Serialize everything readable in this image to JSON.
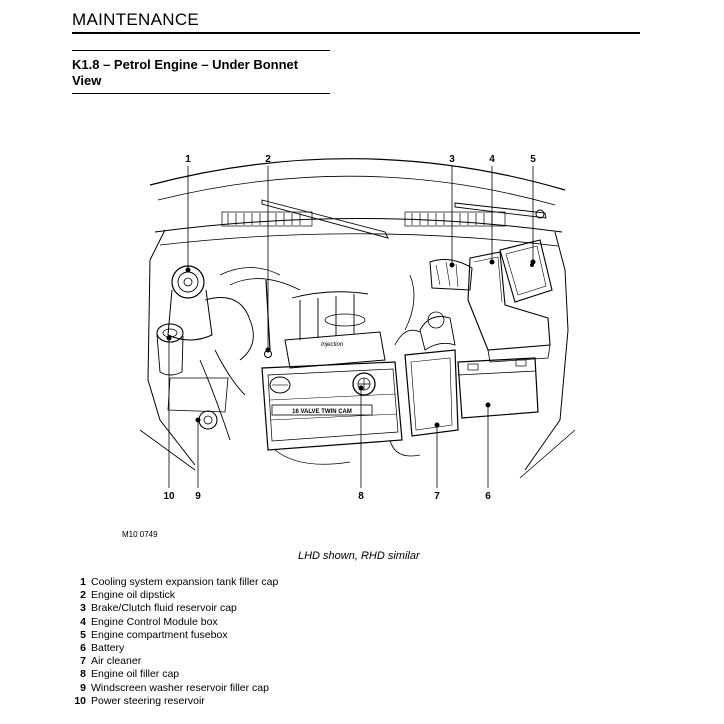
{
  "header": {
    "title": "MAINTENANCE"
  },
  "section": {
    "title_line1": "K1.8 – Petrol Engine – Under Bonnet",
    "title_line2": "View"
  },
  "figure": {
    "code": "M10 0749",
    "callouts": [
      "1",
      "2",
      "3",
      "4",
      "5",
      "6",
      "7",
      "8",
      "9",
      "10"
    ],
    "engine_text": "16 VALVE TWIN CAM",
    "injection_text": "Injection"
  },
  "caption": "LHD shown, RHD similar",
  "legend": [
    {
      "num": "1",
      "text": "Cooling system expansion tank filler cap"
    },
    {
      "num": "2",
      "text": "Engine oil dipstick"
    },
    {
      "num": "3",
      "text": "Brake/Clutch fluid reservoir cap"
    },
    {
      "num": "4",
      "text": "Engine Control Module box"
    },
    {
      "num": "5",
      "text": "Engine compartment fusebox"
    },
    {
      "num": "6",
      "text": "Battery"
    },
    {
      "num": "7",
      "text": "Air cleaner"
    },
    {
      "num": "8",
      "text": "Engine oil filler cap"
    },
    {
      "num": "9",
      "text": "Windscreen washer reservoir filler cap"
    },
    {
      "num": "10",
      "text": "Power steering reservoir"
    }
  ]
}
